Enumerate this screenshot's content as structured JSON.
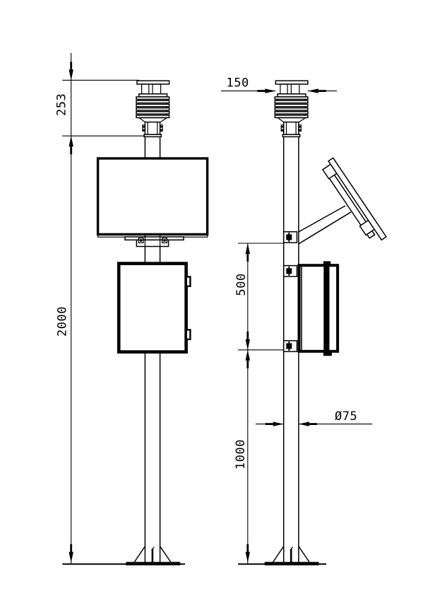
{
  "drawing": {
    "background_color": "#ffffff",
    "line_color": "#000000",
    "dimensions": {
      "sensor_height": {
        "label": "253"
      },
      "overall_pole_height": {
        "label": "2000"
      },
      "sensor_width": {
        "label": "150"
      },
      "bracket_spacing": {
        "label": "500"
      },
      "lower_pole_length": {
        "label": "1000"
      },
      "pole_diameter": {
        "label": "Ø75"
      }
    }
  }
}
